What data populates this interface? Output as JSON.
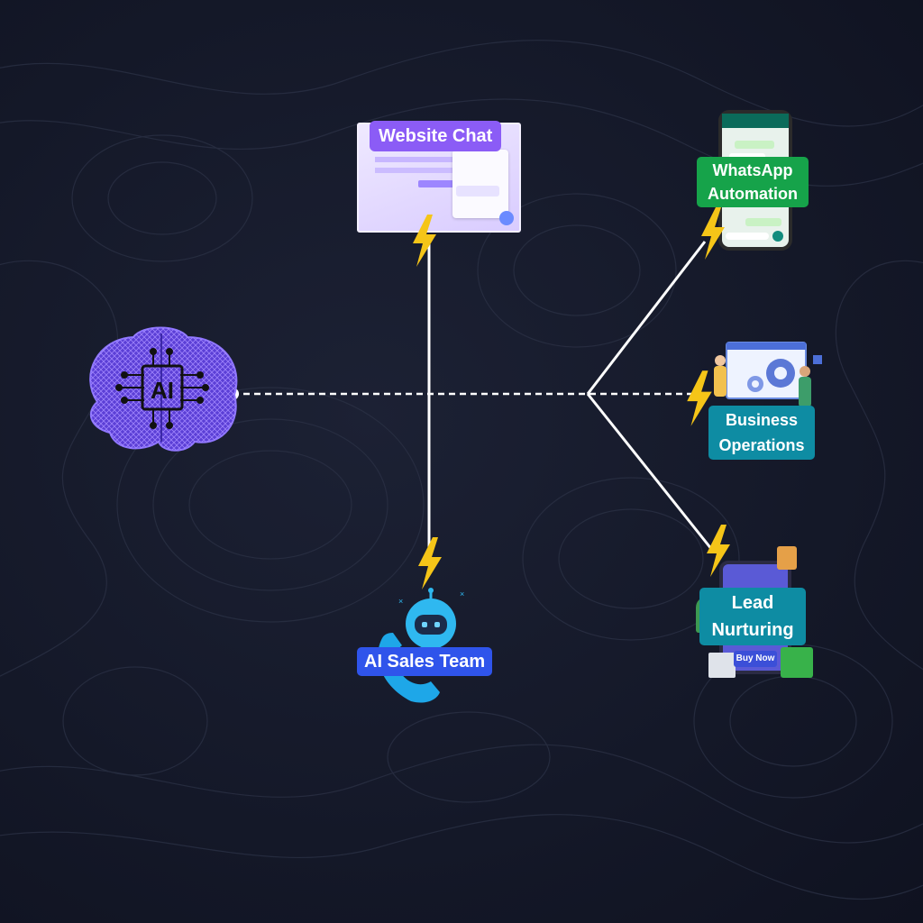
{
  "hub": {
    "chip_text": "AI"
  },
  "nodes": {
    "website_chat": {
      "label": "Website Chat",
      "color": "#8b5cf6"
    },
    "whatsapp": {
      "label_line1": "WhatsApp",
      "label_line2": "Automation",
      "color": "#16a34a"
    },
    "business_ops": {
      "label_line1": "Business",
      "label_line2": "Operations",
      "color": "#0e8ca3"
    },
    "lead_nurturing": {
      "label_line1": "Lead",
      "label_line2": "Nurturing",
      "color": "#0e8ca3",
      "button_text": "Buy Now"
    },
    "ai_sales": {
      "label": "AI Sales Team",
      "color": "#2f54eb"
    }
  },
  "colors": {
    "bolt": "#f5c518",
    "connector": "#ffffff",
    "background": "#141828",
    "brain": "#7b5cff"
  }
}
